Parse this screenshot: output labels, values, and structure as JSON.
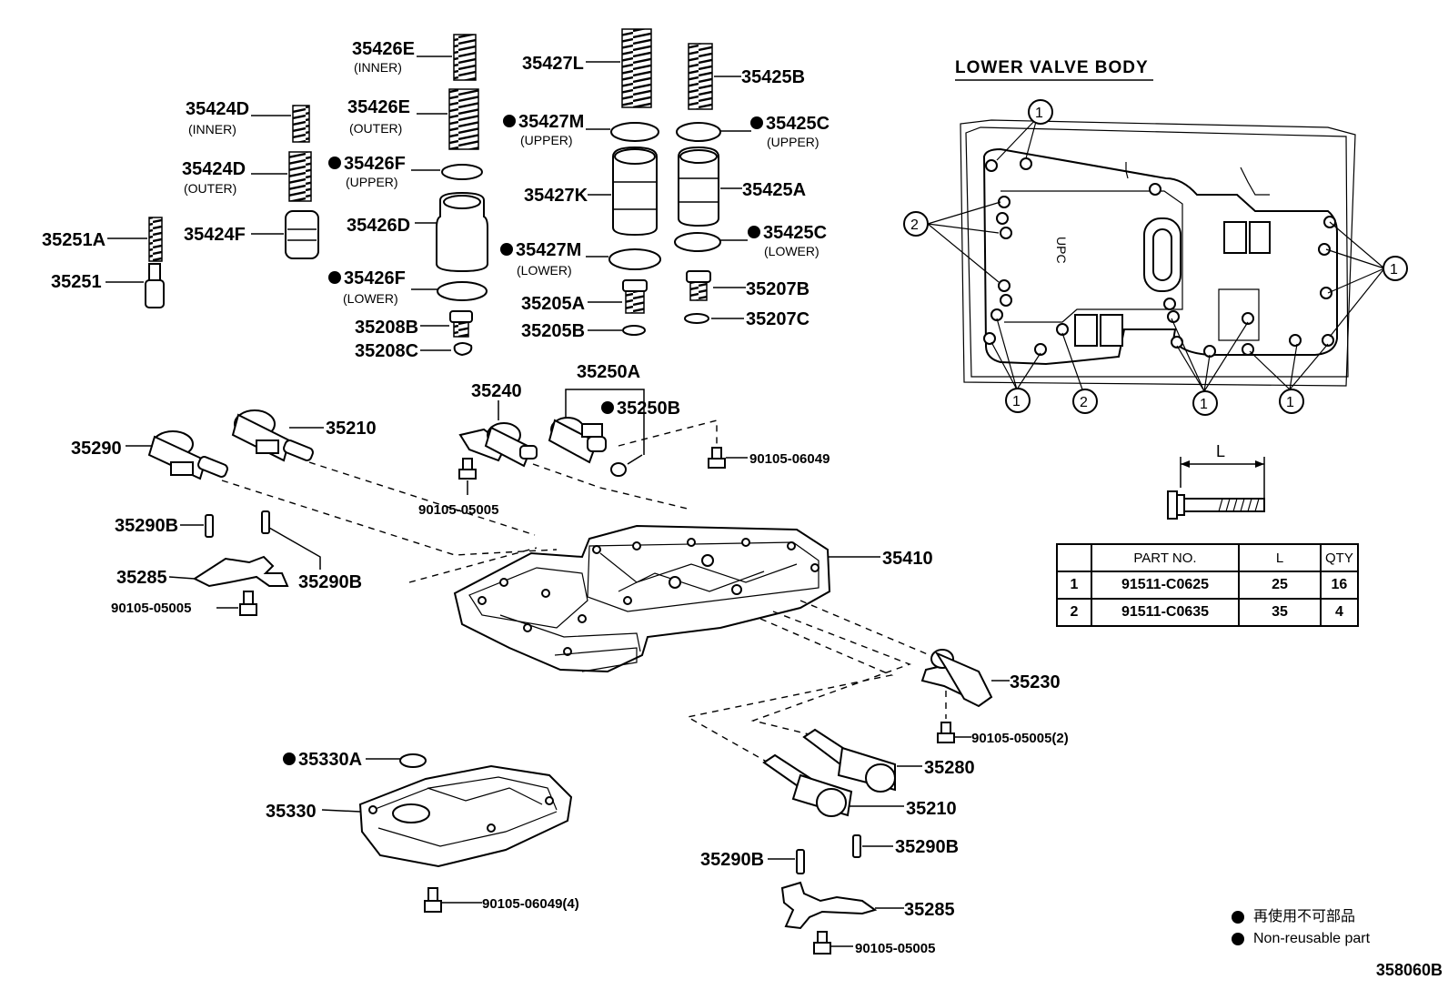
{
  "section_title": "LOWER VALVE BODY",
  "parts": {
    "p35426E_inner": "35426E",
    "sub_inner_1": "(INNER)",
    "p35426E_outer": "35426E",
    "sub_outer_1": "(OUTER)",
    "p35424D_inner": "35424D",
    "sub_inner_2": "(INNER)",
    "p35424D_outer": "35424D",
    "sub_outer_2": "(OUTER)",
    "p35426F_upper": "35426F",
    "sub_upper_1": "(UPPER)",
    "p35426D": "35426D",
    "p35426F_lower": "35426F",
    "sub_lower_1": "(LOWER)",
    "p35208B": "35208B",
    "p35208C": "35208C",
    "p35251A": "35251A",
    "p35251": "35251",
    "p35424F": "35424F",
    "p35427L": "35427L",
    "p35427M_upper": "35427M",
    "sub_upper_2": "(UPPER)",
    "p35427K": "35427K",
    "p35427M_lower": "35427M",
    "sub_lower_2": "(LOWER)",
    "p35205A": "35205A",
    "p35205B": "35205B",
    "p35425B": "35425B",
    "p35425C_upper": "35425C",
    "sub_upper_3": "(UPPER)",
    "p35425A": "35425A",
    "p35425C_lower": "35425C",
    "sub_lower_3": "(LOWER)",
    "p35207B": "35207B",
    "p35207C": "35207C",
    "p35290": "35290",
    "p35210_top": "35210",
    "p35240": "35240",
    "p35250A": "35250A",
    "p35250B": "35250B",
    "b90105_06049_top": "90105-06049",
    "b90105_05005_mid": "90105-05005",
    "p35290B_a": "35290B",
    "p35290B_b": "35290B",
    "p35285_left": "35285",
    "b90105_05005_left": "90105-05005",
    "p35410": "35410",
    "p35230": "35230",
    "b90105_05005_2": "90105-05005(2)",
    "p35280": "35280",
    "p35210_bottom": "35210",
    "p35290B_c": "35290B",
    "p35290B_d": "35290B",
    "p35285_bottom": "35285",
    "b90105_05005_bottom": "90105-05005",
    "p35330A": "35330A",
    "p35330": "35330",
    "b90105_06049_4": "90105-06049(4)"
  },
  "callouts": {
    "one": "1",
    "two": "2",
    "upc_text": "UPC"
  },
  "bolt_dimension_label": "L",
  "table": {
    "headers": [
      "",
      "PART NO.",
      "L",
      "QTY"
    ],
    "rows": [
      [
        "1",
        "91511-C0625",
        "25",
        "16"
      ],
      [
        "2",
        "91511-C0635",
        "35",
        "4"
      ]
    ]
  },
  "legend": {
    "jp": "再使用不可部品",
    "en": "Non-reusable part"
  },
  "figure_code": "358060B"
}
